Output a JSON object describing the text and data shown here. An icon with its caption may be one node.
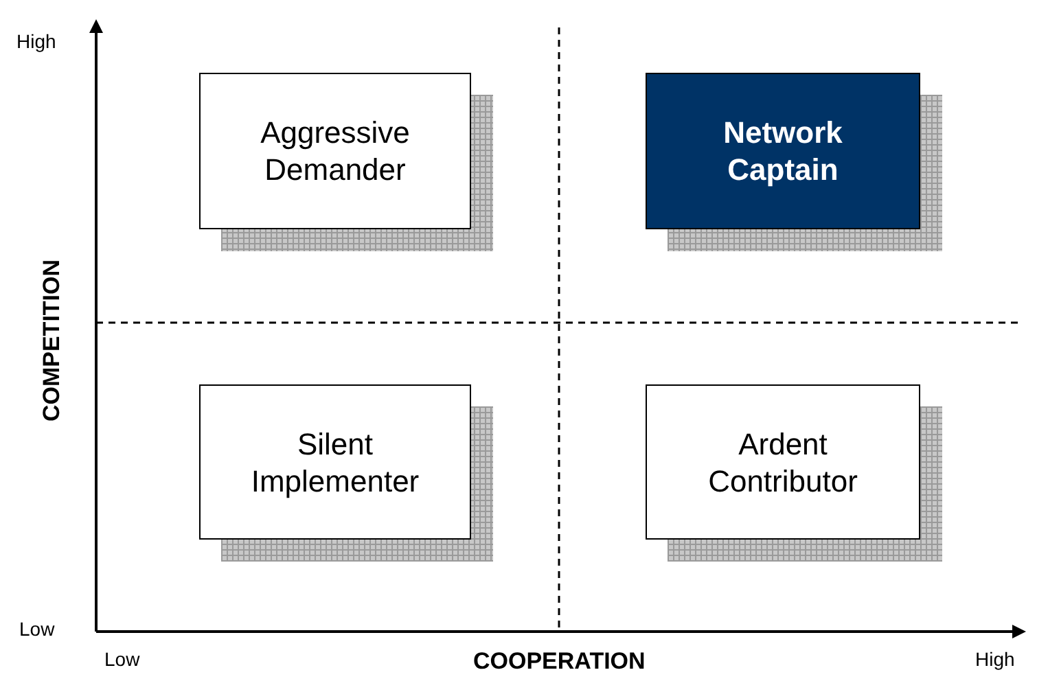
{
  "diagram": {
    "nodes": [
      {
        "text": [
          "Aggressive Demander"
        ]
      },
      {
        "text": [
          "Network Captain"
        ]
      },
      {
        "text": [
          "Silent Implementer"
        ]
      },
      {
        "text": [
          "Ardent Contributor"
        ]
      }
    ],
    "edges": [],
    "labels": [
      "High",
      "COMPETITION",
      "Low",
      "Low",
      "COOPERATION",
      "High"
    ]
  }
}
